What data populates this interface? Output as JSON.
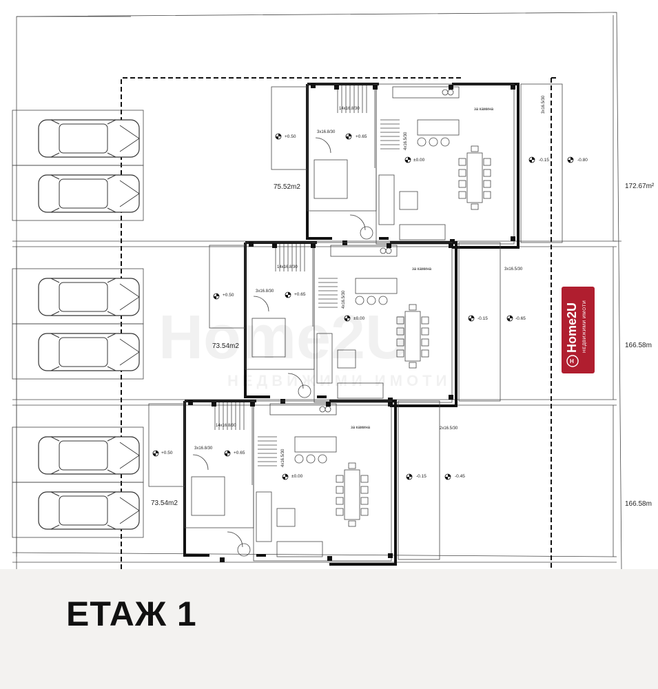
{
  "floor_label": "ЕТАЖ 1",
  "logo": {
    "brand": "Home2U",
    "tagline": "НЕДВИЖИМИ ИМОТИ",
    "color": "#b01e2f"
  },
  "watermark": {
    "brand": "Home2U",
    "tagline": "НЕДВИЖИМИ ИМОТИ"
  },
  "plot_areas": [
    "172.67m²",
    "166.58m",
    "166.58m"
  ],
  "units": [
    {
      "area": "75.52m2",
      "stair_labels": [
        "14x16.8/30",
        "3x16.8/30",
        "4x16.5/30",
        "3x16.5/30"
      ],
      "kitchen_label": "за камина",
      "levels": [
        "+0.50",
        "+0.65",
        "±0.00",
        "-0.15",
        "-0.80"
      ]
    },
    {
      "area": "73.54m2",
      "stair_labels": [
        "14x16.8/30",
        "3x16.8/30",
        "4x16.5/30",
        "3x16.5/30"
      ],
      "kitchen_label": "за камина",
      "levels": [
        "+0.50",
        "+0.65",
        "±0.00",
        "-0.15",
        "-0.65"
      ]
    },
    {
      "area": "73.54m2",
      "stair_labels": [
        "14x16.8/30",
        "3x16.8/30",
        "4x16.5/30",
        "2x16.5/30"
      ],
      "kitchen_label": "за камина",
      "levels": [
        "+0.50",
        "+0.65",
        "±0.00",
        "-0.15",
        "-0.45"
      ]
    }
  ]
}
